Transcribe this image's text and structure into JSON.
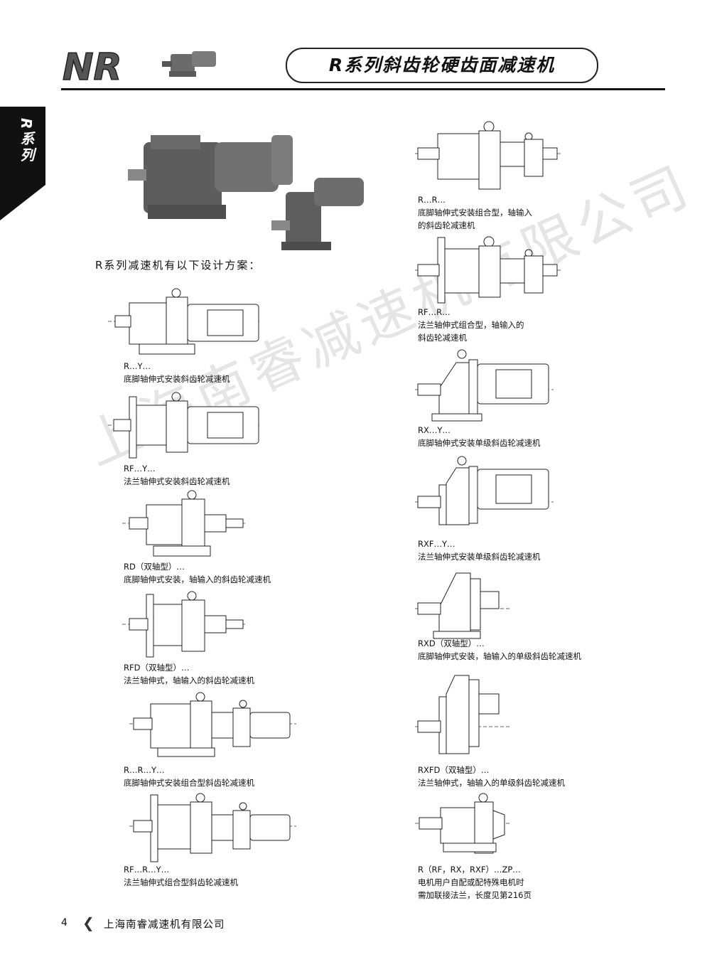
{
  "header": {
    "logo_text": "NR",
    "title": "R系列斜齿轮硬齿面减速机"
  },
  "side_tab": {
    "label": "R系列"
  },
  "intro": "R系列减速机有以下设计方案：",
  "watermark": "上海南睿减速机有限公司",
  "left_designs": [
    {
      "code": "R…Y…",
      "desc": "底脚轴伸式安装斜齿轮减速机"
    },
    {
      "code": "RF…Y…",
      "desc": "法兰轴伸式安装斜齿轮减速机"
    },
    {
      "code": "RD（双轴型）…",
      "desc": "底脚轴伸式安装，轴输入的斜齿轮减速机"
    },
    {
      "code": "RFD（双轴型）…",
      "desc": "法兰轴伸式，轴输入的斜齿轮减速机"
    },
    {
      "code": "R…R…Y…",
      "desc": "底脚轴伸式安装组合型斜齿轮减速机"
    },
    {
      "code": "RF…R…Y…",
      "desc": "法兰轴伸式组合型斜齿轮减速机"
    }
  ],
  "right_designs": [
    {
      "code": "R…R…",
      "desc": "底脚轴伸式安装组合型，轴输入",
      "desc2": "的斜齿轮减速机"
    },
    {
      "code": "RF…R…",
      "desc": "法兰轴伸式组合型，轴输入的",
      "desc2": "斜齿轮减速机"
    },
    {
      "code": "RX…Y…",
      "desc": "底脚轴伸式安装单级斜齿轮减速机"
    },
    {
      "code": "RXF…Y…",
      "desc": "法兰轴伸式安装单级斜齿轮减速机"
    },
    {
      "code": "RXD（双轴型）…",
      "desc": "底脚轴伸式安装，轴输入的单级斜齿轮减速机"
    },
    {
      "code": "RXFD（双轴型）…",
      "desc": "法兰轴伸式，轴输入的单级斜齿轮减速机"
    },
    {
      "code": "R（RF，RX，RXF）…ZP…",
      "desc": "电机用户自配或配特殊电机时",
      "desc2": "需加联接法兰，长度见第216页"
    }
  ],
  "footer": {
    "page_number": "4",
    "company": "上海南睿减速机有限公司"
  }
}
